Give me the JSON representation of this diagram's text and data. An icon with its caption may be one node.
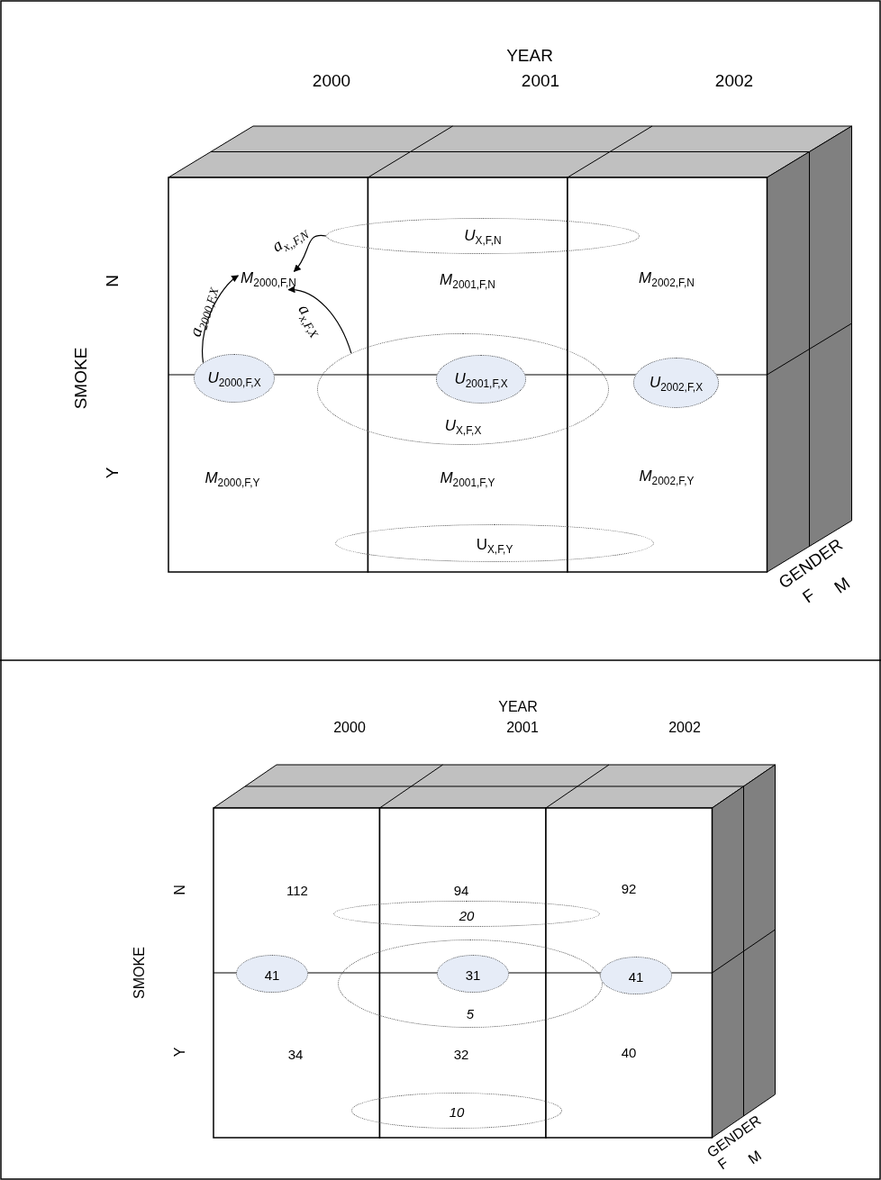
{
  "diagram": {
    "nodes": [
      {
        "text": [
          "*U*$_{X,F,N}$"
        ]
      },
      {
        "text": [
          "*M*$_{2000,F,N}$"
        ]
      },
      {
        "text": [
          "*U*$_{2000,F,X}$"
        ]
      },
      {
        "text": [
          "*U*$_{X,F,X}$"
        ]
      },
      {
        "text": [
          "*U*$_{2001,F,X}$"
        ],
        "in": 3
      },
      {
        "text": [
          "*U*$_{2002,F,X}$"
        ]
      },
      {
        "text": [
          "U$_{X,F,Y}$"
        ]
      },
      {
        "text": [
          "20"
        ]
      },
      {
        "text": [
          "41"
        ]
      },
      {
        "text": [
          "5"
        ]
      },
      {
        "text": [
          "31"
        ],
        "in": 9
      },
      {
        "text": [
          "41"
        ]
      },
      {
        "text": [
          "10"
        ]
      }
    ],
    "edges": [
      {
        "from": 2,
        "to": 1,
        "arrow": "to",
        "label": "a$_{2000,F,X}$"
      },
      {
        "from": 0,
        "to": 1,
        "arrow": "to",
        "label": "a$_{x,,F,N}$"
      },
      {
        "from": 3,
        "to": 1,
        "arrow": "to",
        "label": "a$_{x,F,X}$"
      }
    ],
    "labels": [
      "YEAR",
      "2000",
      "2001",
      "2002",
      "SMOKE",
      "N",
      "*M*$_{2001,F,N}$",
      "*M*$_{2002,F,N}$",
      "Y",
      "*M*$_{2000,F,Y}$",
      "*M*$_{2001,F,Y}$",
      "*M*$_{2002,F,Y}$",
      "GENDER",
      "F",
      "M",
      "YEAR",
      "2000",
      "2001",
      "2002",
      "SMOKE",
      "N",
      "112",
      "94",
      "92",
      "Y",
      "34",
      "32",
      "40",
      "GENDER",
      "F",
      "M"
    ]
  }
}
